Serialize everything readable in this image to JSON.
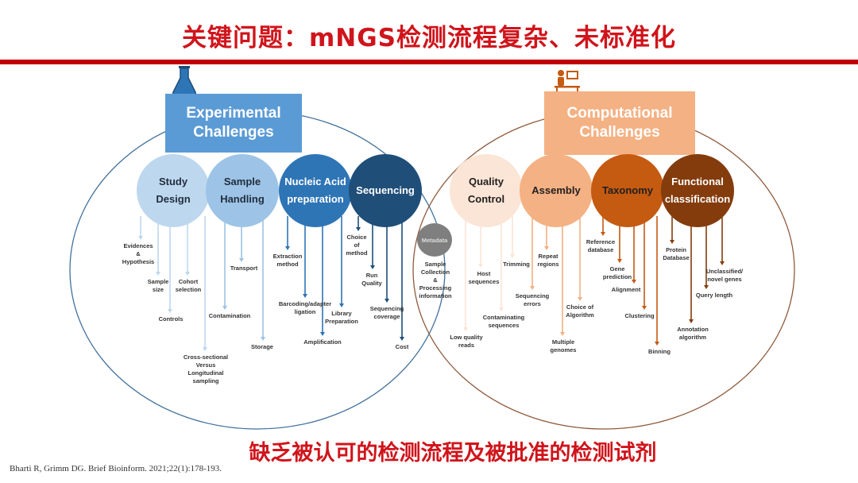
{
  "title": "关键问题：mNGS检测流程复杂、未标准化",
  "experimental": {
    "header": "Experimental\nChallenges",
    "icon": "flask-icon",
    "categories": [
      {
        "label": "Study\nDesign",
        "color": "#bdd7ee",
        "text_color": "#1f2d3d",
        "items": [
          "Evidences\n&\nHypothesis",
          "Sample\nsize",
          "Cohort\nselection",
          "Controls",
          "Cross-sectional\nVersus\nLongitudinal\nsampling"
        ]
      },
      {
        "label": "Sample\nHandling",
        "color": "#9dc3e6",
        "text_color": "#1f2d3d",
        "items": [
          "Transport",
          "Contamination",
          "Storage"
        ]
      },
      {
        "label": "Nucleic Acid\npreparation",
        "color": "#2e75b6",
        "text_color": "#ffffff",
        "items": [
          "Extraction\nmethod",
          "Barcoding/adapter\nligation",
          "Amplification",
          "Library\nPreparation"
        ]
      },
      {
        "label": "Sequencing",
        "color": "#1f4e79",
        "text_color": "#ffffff",
        "items": [
          "Choice\nof\nmethod",
          "Run\nQuality",
          "Sequencing\ncoverage",
          "Cost"
        ]
      }
    ]
  },
  "metadata": {
    "label": "Metadata",
    "description": "Sample\nCollection\n&\nProcessing\ninformation"
  },
  "computational": {
    "header": "Computational\nChallenges",
    "icon": "person-at-computer-icon",
    "categories": [
      {
        "label": "Quality\nControl",
        "color": "#fbe5d6",
        "text_color": "#1f1f1f",
        "items": [
          "Low quality\nreads",
          "Host\nsequences",
          "Contaminating\nsequences",
          "Trimming"
        ]
      },
      {
        "label": "Assembly",
        "color": "#f4b183",
        "text_color": "#1f1f1f",
        "items": [
          "Sequencing\nerrors",
          "Repeat\nregions",
          "Multiple\ngenomes",
          "Choice of\nAlgorithm"
        ]
      },
      {
        "label": "Taxonomy",
        "color": "#c55a11",
        "text_color": "#1f1f1f",
        "items": [
          "Reference\ndatabase",
          "Gene\nprediction",
          "Alignment",
          "Clustering",
          "Binning"
        ]
      },
      {
        "label": "Functional\nclassification",
        "color": "#843c0c",
        "text_color": "#ffffff",
        "items": [
          "Protein\nDatabase",
          "Annotation\nalgorithm",
          "Query length",
          "Unclassified/\nnovel genes"
        ]
      }
    ]
  },
  "subtitle": "缺乏被认可的检测流程及被批准的检测试剂",
  "citation": "Bharti R, Grimm DG. Brief Bioinform. 2021;22(1):178-193.",
  "colors": {
    "accent_red": "#c00000",
    "exp_header": "#5b9bd5",
    "comp_header": "#f4b183"
  }
}
